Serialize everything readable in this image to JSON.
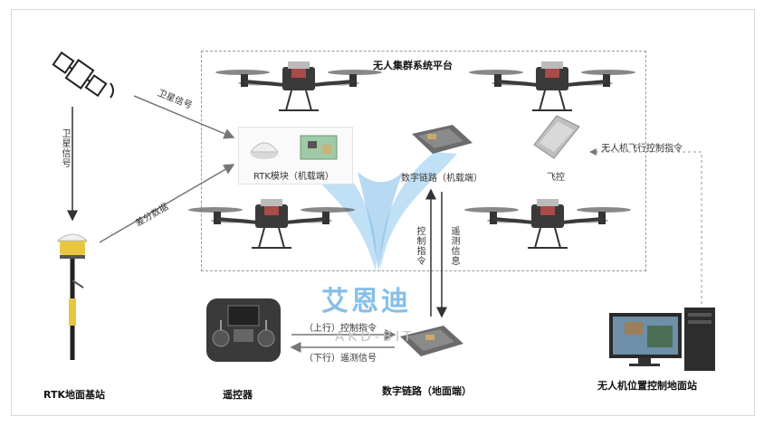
{
  "platform_title": "无人集群系统平台",
  "satellite_signal_top": "卫星信号",
  "satellite_signal_left": "卫星信号",
  "differential_data": "差分数据",
  "rtk_base_label": "RTK地面基站",
  "rtk_module_label": "RTK模块（机载端）",
  "datalink_air_label": "数字链路（机载端）",
  "flight_ctrl_label": "飞控",
  "control_cmd_vertical": "控制指令",
  "telemetry_vertical": "遥测信息",
  "uplink_label": "（上行）控制指令",
  "downlink_label": "（下行）遥测信号",
  "remote_label": "遥控器",
  "datalink_ground_label": "数字链路（地面端）",
  "flight_cmd_label": "无人机飞行控制指令",
  "ground_station_label": "无人机位置控制地面站",
  "watermark_cn": "艾恩迪",
  "watermark_en": "AKD-BIT",
  "colors": {
    "watermark": "#79b9e6",
    "dashed": "#9a9a9a",
    "drone": "#3a3a3a",
    "arrow": "#555555"
  }
}
